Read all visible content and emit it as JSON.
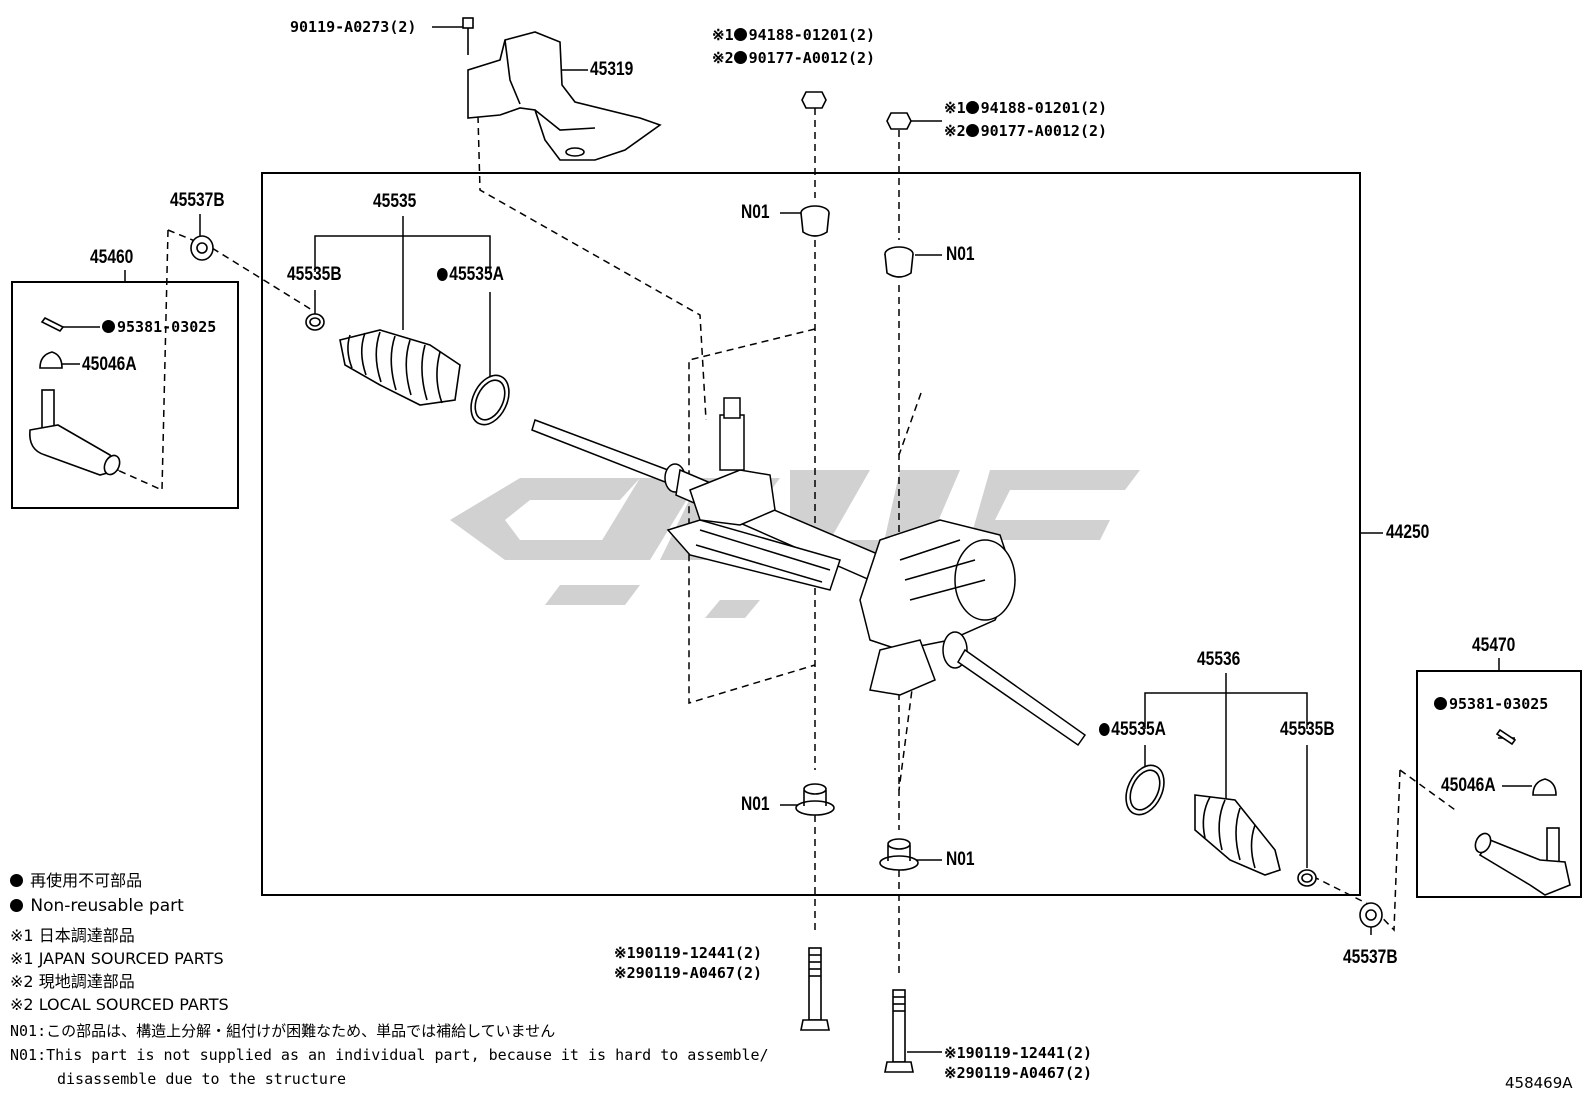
{
  "diagram_number": "458469A",
  "labels": {
    "bolt_bracket": "90119-A0273(2)",
    "bracket": "45319",
    "nut_left_1": "94188-01201(2)",
    "nut_left_2": "90177-A0012(2)",
    "nut_right_1": "94188-01201(2)",
    "nut_right_2": "90177-A0012(2)",
    "n01_top_left": "N01",
    "n01_top_right": "N01",
    "n01_bottom_left": "N01",
    "n01_bottom_right": "N01",
    "boot_left": "45535",
    "clip_left_b": "45535B",
    "clamp_left_a": "45535A",
    "bush_left": "45537B",
    "tie_rod_end_left": "45460",
    "cotter_pin_left": "95381-03025",
    "boot_cap_left": "45046A",
    "gear_assembly": "44250",
    "boot_right": "45536",
    "clamp_right_a": "45535A",
    "clip_right_b": "45535B",
    "tie_rod_end_right": "45470",
    "cotter_pin_right": "95381-03025",
    "boot_cap_right": "45046A",
    "bush_right": "45537B",
    "bolt_left_1": "90119-12441(2)",
    "bolt_left_2": "90119-A0467(2)",
    "bolt_right_1": "90119-12441(2)",
    "bolt_right_2": "90119-A0467(2)"
  },
  "marks": {
    "ref1": "※1",
    "ref2": "※2"
  },
  "legend": {
    "nonreusable_jp": "再使用不可部品",
    "nonreusable_en": "Non-reusable part",
    "ref1_jp": "日本調達部品",
    "ref1_en": "JAPAN SOURCED PARTS",
    "ref2_jp": "現地調達部品",
    "ref2_en": "LOCAL SOURCED PARTS",
    "n01_prefix": "N01:",
    "n01_jp": "この部品は、構造上分解・組付けが困難なため、単品では補給していません",
    "n01_en_1": "This part is not supplied as an individual part, because it is hard to assemble/",
    "n01_en_2": "disassemble due to the structure"
  },
  "colors": {
    "line": "#000000",
    "watermark": "#c8c8c8"
  }
}
